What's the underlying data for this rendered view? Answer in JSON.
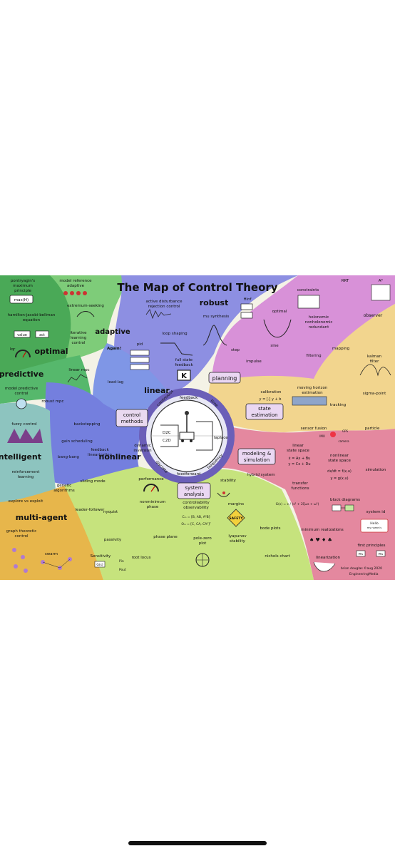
{
  "title": "The Map of Control Theory",
  "credit": "brian douglas ©aug 2020",
  "brand": "EngineeringMedia",
  "center": {
    "top": [
      "continuous",
      "feedback",
      "time"
    ],
    "bottom": [
      "discrete",
      "feedforward",
      "frequency"
    ],
    "left": [
      "D2C",
      "C2D"
    ],
    "right": [
      "laplace"
    ]
  },
  "regions": {
    "optimal": "optimal",
    "adaptive": "adaptive",
    "robust": "robust",
    "predictive": "predictive",
    "linear": "linear",
    "nonlinear": "nonlinear",
    "intelligent": "intelligent",
    "multi_agent": "multi-agent",
    "control_methods": [
      "control",
      "methods"
    ],
    "planning": "planning",
    "state_estimation": [
      "state",
      "estimation"
    ],
    "modeling_simulation": [
      "modeling &",
      "simulation"
    ],
    "system_analysis": [
      "system",
      "analysis"
    ]
  },
  "labels": {
    "pontryagin": [
      "pontryagin's",
      "maximum",
      "principle"
    ],
    "max_h": "max(H)",
    "mrac": [
      "model reference",
      "adaptive"
    ],
    "extremum": "extremum-seeking",
    "hjb": [
      "hamilton-jacobi-bellman",
      "equation"
    ],
    "value": "value",
    "act": "act",
    "lqr": "lqr",
    "ilc": [
      "iterative",
      "learning",
      "control"
    ],
    "again": "Again!",
    "adrc": [
      "active disturbance",
      "rejection control"
    ],
    "hinf": "Hinf",
    "mu": "mu synthesis",
    "loop_shaping": "loop shaping",
    "pid": "pid",
    "fsf": [
      "full state",
      "feedback"
    ],
    "k": "K",
    "lead_lag": "lead-lag",
    "linear_mpc": "linear mpc",
    "mpc": [
      "model predictive",
      "control"
    ],
    "robust_mpc": "robust mpc",
    "backstepping": "backstepping",
    "gain_sched": "gain scheduling",
    "fuzzy": "fuzzy control",
    "bang": "bang-bang",
    "fbl": [
      "feedback",
      "linearization"
    ],
    "dyn_inv": [
      "dynamic",
      "inversion"
    ],
    "sliding": "sliding mode",
    "rl": [
      "reinforcement",
      "learning"
    ],
    "explore": "explore vs exploit",
    "genetic": [
      "genetic",
      "algorithms"
    ],
    "leader": "leader-follower",
    "graph": [
      "graph theoretic",
      "control"
    ],
    "swarm": "swarm",
    "constraints": "constraints",
    "rrt": "RRT",
    "astar": "A*",
    "holonomic": [
      "holonomic",
      "nonholonomic",
      "redundant"
    ],
    "optimal_p": "optimal",
    "observer": "observer",
    "step": "step",
    "sine": "sine",
    "impulse": "impulse",
    "filtering": "filtering",
    "mapping": "mapping",
    "kalman": [
      "kalman",
      "filter"
    ],
    "calibration": "calibration",
    "calib_eq": "y = [·] y + b",
    "mhe": [
      "moving horizon",
      "estimation"
    ],
    "tracking": "tracking",
    "sigma": "sigma-point",
    "sensor_fusion": "sensor fusion",
    "imu": "IMU",
    "gps": "GPS",
    "camera": "camera",
    "particle": "particle",
    "lin_ss": [
      "linear",
      "state space"
    ],
    "lin_ss_eq": [
      "ẋ = Ax + Bu",
      "y = Cx + Du"
    ],
    "nonlin_ss": [
      "nonlinear",
      "state space"
    ],
    "nonlin_ss_eq": [
      "dx/dt = f(x,u)",
      "y = g(x,u)"
    ],
    "simulation": "simulation",
    "hybrid": "hybrid system",
    "tf": [
      "transfer",
      "functions"
    ],
    "tf_eq": "G(s) = c / (s² + 2ζωs + ω²)",
    "block": "block diagrams",
    "sysid": "system id",
    "min_real": "minimum realizations",
    "first_pr": "first principles",
    "hello": "Hello",
    "my_name": "my name is",
    "lin": "linearization",
    "m1": "m₁",
    "m2": "m₂",
    "performance": "performance",
    "stability": "stability",
    "nonmin": [
      "nonminimum",
      "phase"
    ],
    "ctrb": [
      "controllability",
      "observability"
    ],
    "ctrb_eq": [
      "Cₘ = [B, AB, A²B]",
      "Oₘ = [C, CA, CA²]ᵀ"
    ],
    "margins": "margins",
    "safety": "SAFETY",
    "nyquist": "nyquist",
    "passivity": "passivity",
    "phase_plane": "phase plane",
    "pz": [
      "pole-zero",
      "plot"
    ],
    "lyap": [
      "lyapunov",
      "stability"
    ],
    "bode": "bode plots",
    "nichols": "nichols chart",
    "sensitivity": "Sensitivity",
    "root_locus": "root locus",
    "gs": "G(s)",
    "pin": "Pin",
    "pout": "Pout"
  },
  "colors": {
    "optimal": "#4aa957",
    "adaptive": "#7ecc79",
    "robust": "#8d8fe2",
    "linear": "#7f96e6",
    "nonlinear": "#747fde",
    "predictive": "#56b86c",
    "intelligent": "#8dc4bf",
    "multi_agent": "#e7b64b",
    "planning": "#d891d8",
    "planning_bottom": "#d7a8e0",
    "estimation": "#f2d58e",
    "modeling": "#e4889f",
    "analysis": "#c6e37d",
    "center": "#e8e8f5",
    "ring": "#6b5fb8"
  }
}
